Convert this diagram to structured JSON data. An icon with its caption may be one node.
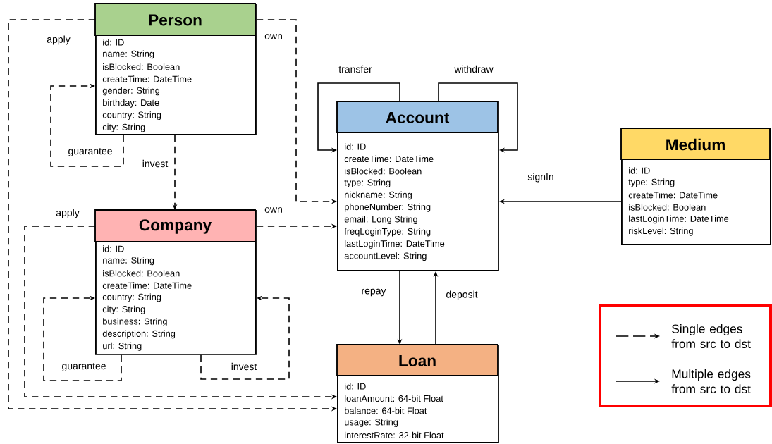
{
  "diagram": {
    "nodes": [
      {
        "text": [
          "Person",
          "id: ID",
          "name: String",
          "isBlocked: Boolean",
          "createTime: DateTime",
          "gender: String",
          "birthday: Date",
          "country: String",
          "city: String"
        ]
      },
      {
        "text": [
          "Company",
          "id: ID",
          "name: String",
          "isBlocked: Boolean",
          "createTime: DateTime",
          "country: String",
          "city: String",
          "business: String",
          "description: String",
          "url: String"
        ]
      },
      {
        "text": [
          "Account",
          "id: ID",
          "createTime: DateTime",
          "isBlocked: Boolean",
          "type: String",
          "nickname: String",
          "phoneNumber: String",
          "email: Long String",
          "freqLoginType: String",
          "lastLoginTime: DateTime",
          "accountLevel: String"
        ]
      },
      {
        "text": [
          "Medium",
          "id: ID",
          "type: String",
          "createTime: DateTime",
          "isBlocked: Boolean",
          "lastLoginTime: DateTime",
          "riskLevel: String"
        ]
      },
      {
        "text": [
          "Loan",
          "id: ID",
          "loanAmount: 64-bit Float",
          "balance: 64-bit Float",
          "usage: String",
          "interestRate: 32-bit Float"
        ]
      }
    ],
    "edges": [
      {
        "from": 0,
        "to": 4,
        "arrow": "to",
        "label": "apply",
        "style": "dashed"
      },
      {
        "from": 0,
        "to": 0,
        "arrow": "to",
        "label": "guarantee",
        "style": "dashed"
      },
      {
        "from": 0,
        "to": 1,
        "arrow": "to",
        "label": "invest",
        "style": "dashed"
      },
      {
        "from": 0,
        "to": 2,
        "arrow": "to",
        "label": "own",
        "style": "dashed"
      },
      {
        "from": 1,
        "to": 4,
        "arrow": "to",
        "label": "apply",
        "style": "dashed"
      },
      {
        "from": 1,
        "to": 2,
        "arrow": "to",
        "label": "own",
        "style": "dashed"
      },
      {
        "from": 1,
        "to": 1,
        "arrow": "to",
        "label": "guarantee",
        "style": "dashed"
      },
      {
        "from": 1,
        "to": 1,
        "arrow": "to",
        "label": "invest",
        "style": "dashed"
      },
      {
        "from": 2,
        "to": 2,
        "arrow": "to",
        "label": "transfer"
      },
      {
        "from": 2,
        "to": 2,
        "arrow": "to",
        "label": "withdraw"
      },
      {
        "from": 3,
        "to": 2,
        "arrow": "to",
        "label": "signIn"
      },
      {
        "from": 2,
        "to": 4,
        "arrow": "to",
        "label": "repay"
      },
      {
        "from": 4,
        "to": 2,
        "arrow": "to",
        "label": "deposit"
      }
    ],
    "legend": [
      {
        "text": "Single edges from src to dst"
      },
      {
        "text": "Multiple edges from src to dst"
      }
    ]
  }
}
